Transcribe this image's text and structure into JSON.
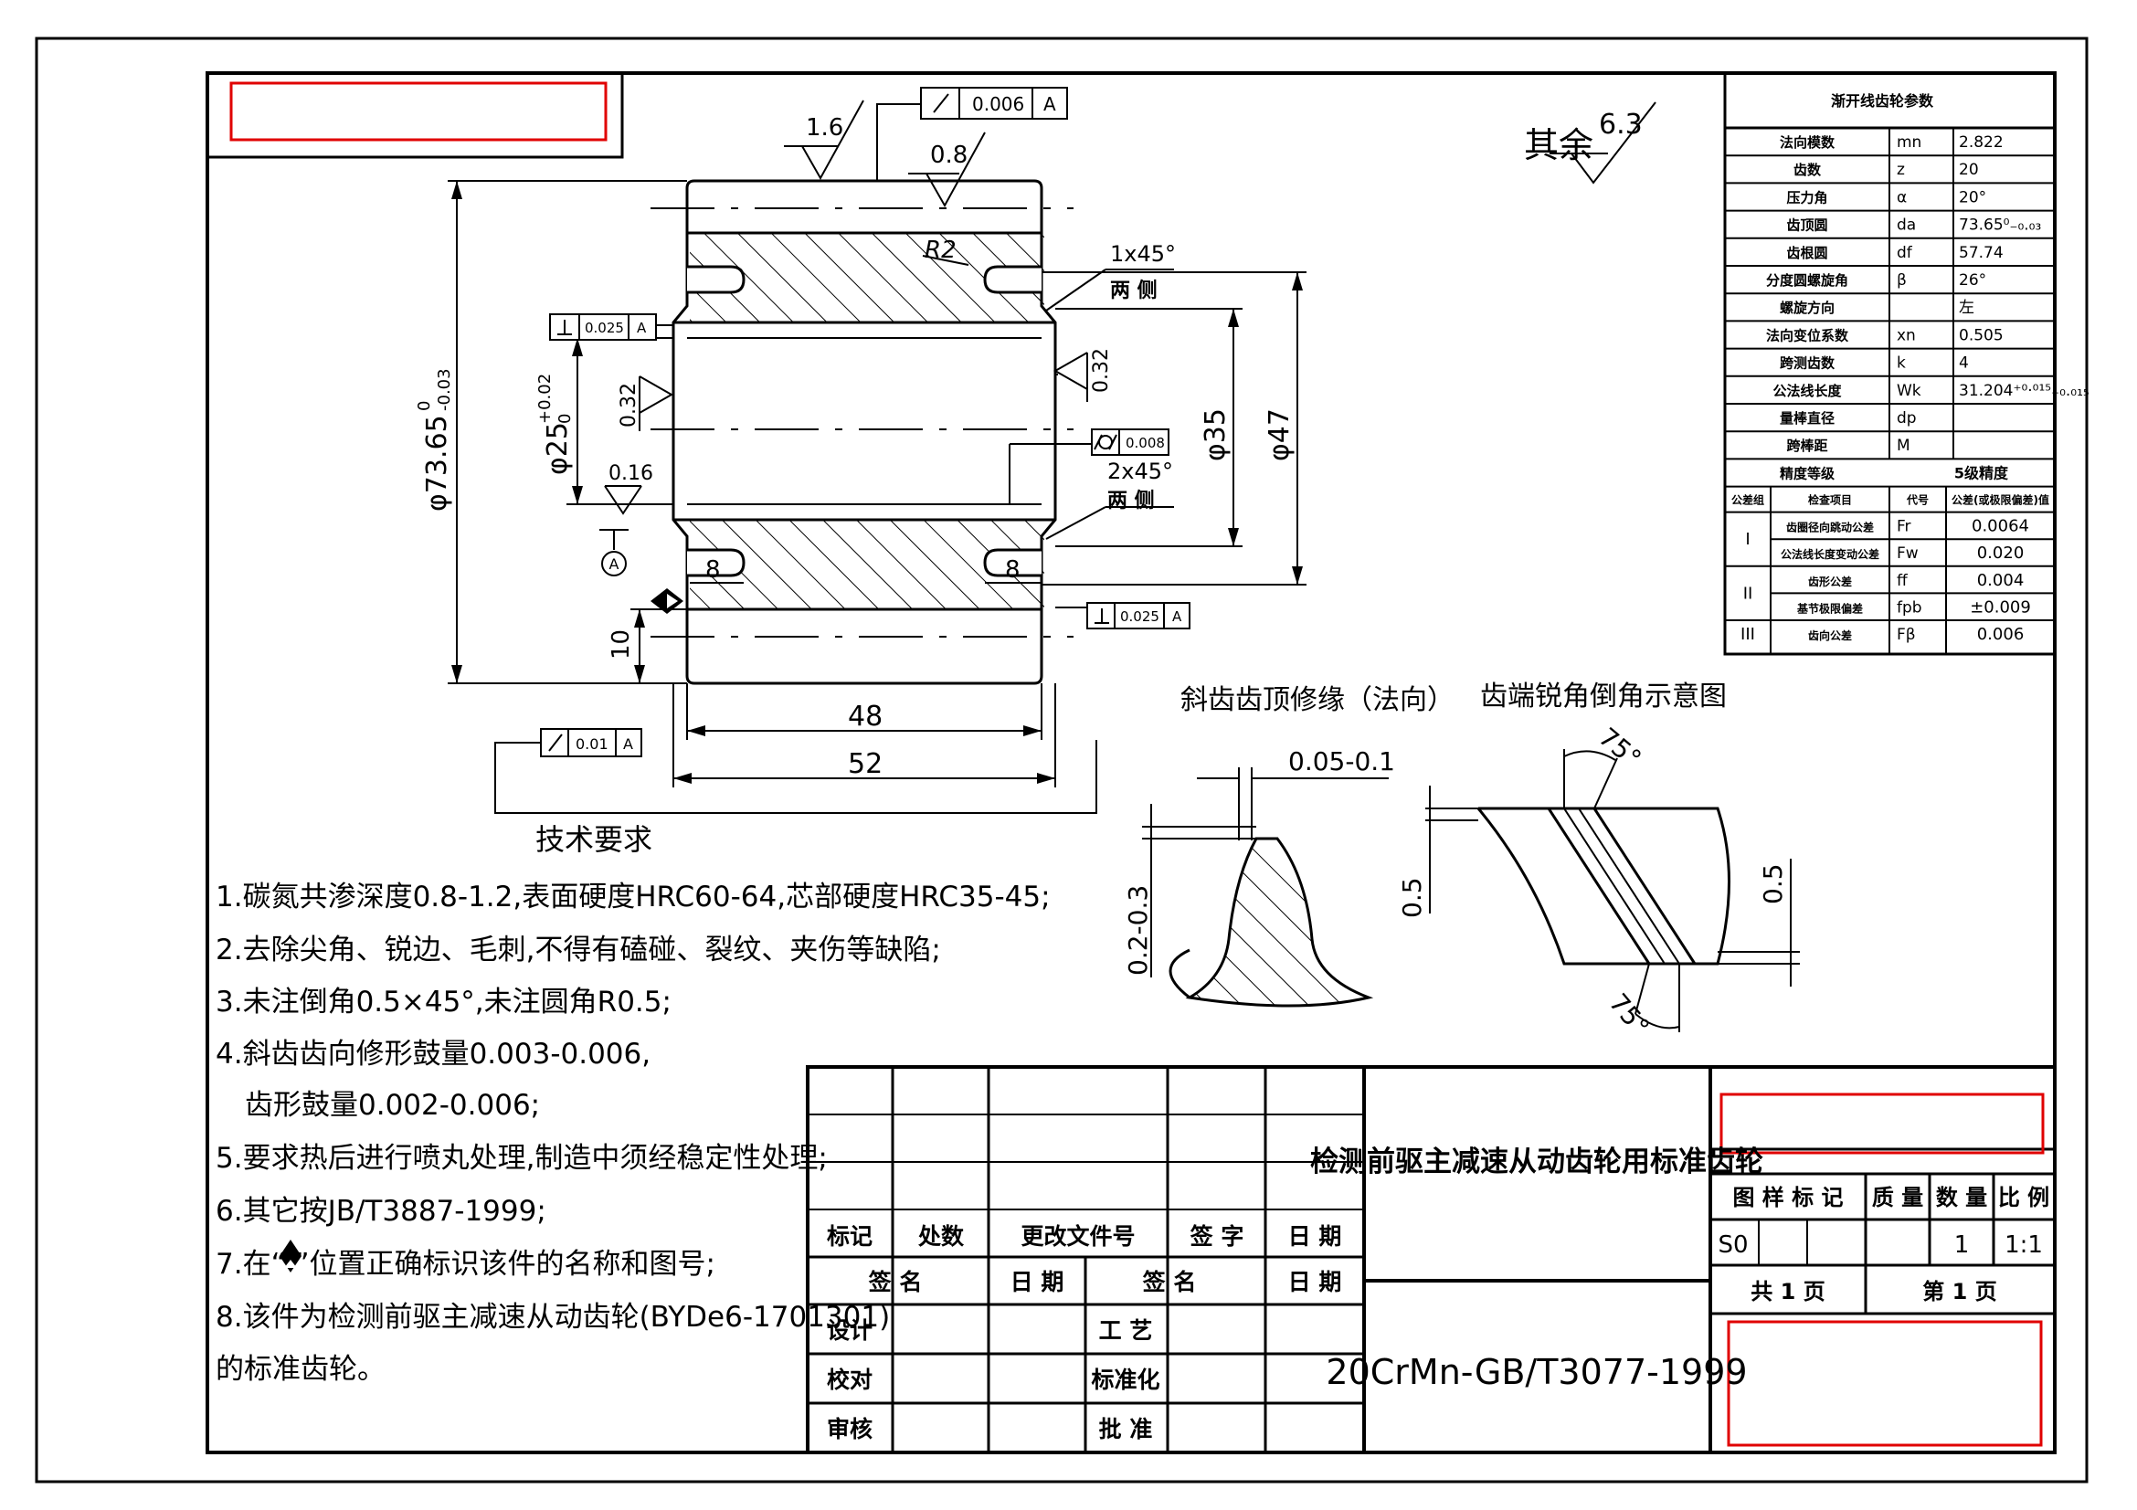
{
  "colors": {
    "line": "#000000",
    "red": "#e00000",
    "bg": "#ffffff"
  },
  "surface": {
    "rest_label": "其余",
    "rest_value": "6.3",
    "ra_top1": "1.6",
    "ra_top2": "0.8",
    "ra_bore_left": "0.32",
    "ra_bore_right": "0.32",
    "ra_small": "0.16"
  },
  "tolerances": {
    "runout_top": {
      "value": "0.006",
      "datum": "A"
    },
    "perp_left": {
      "value": "0.025",
      "datum": "A"
    },
    "perp_right": {
      "value": "0.025",
      "datum": "A"
    },
    "cyl": {
      "value": "0.008"
    },
    "runout_bottom": {
      "value": "0.01",
      "datum": "A"
    },
    "datum_label": "A"
  },
  "dims": {
    "od": "φ73.65",
    "od_tol_up": "0",
    "od_tol_low": "-0.03",
    "bore": "φ25",
    "bore_tol_up": "+0.02",
    "bore_tol_low": "0",
    "d35": "φ35",
    "d47": "φ47",
    "r2": "R2",
    "chamfer1": "1x45°",
    "chamfer1_note": "两 侧",
    "chamfer2": "2x45°",
    "chamfer2_note": "两 侧",
    "w8_left": "8",
    "w8_right": "8",
    "h10": "10",
    "w48": "48",
    "w52": "52"
  },
  "params": {
    "title": "渐开线齿轮参数",
    "rows": [
      {
        "name": "法向模数",
        "sym": "mn",
        "val": "2.822"
      },
      {
        "name": "齿数",
        "sym": "z",
        "val": "20"
      },
      {
        "name": "压力角",
        "sym": "α",
        "val": "20°"
      },
      {
        "name": "齿顶圆",
        "sym": "da",
        "val": "73.65⁰₋₀.₀₃"
      },
      {
        "name": "齿根圆",
        "sym": "df",
        "val": "57.74"
      },
      {
        "name": "分度圆螺旋角",
        "sym": "β",
        "val": "26°"
      },
      {
        "name": "螺旋方向",
        "sym": "",
        "val": "左"
      },
      {
        "name": "法向变位系数",
        "sym": "xn",
        "val": "0.505"
      },
      {
        "name": "跨测齿数",
        "sym": "k",
        "val": "4"
      },
      {
        "name": "公法线长度",
        "sym": "Wk",
        "val": "31.204⁺⁰·⁰¹⁵₋₀.₀₁₅"
      },
      {
        "name": "量棒直径",
        "sym": "dp",
        "val": ""
      },
      {
        "name": "跨棒距",
        "sym": "M",
        "val": ""
      },
      {
        "name": "精度等级",
        "sym": "",
        "val": "5级精度"
      }
    ],
    "header": {
      "group": "公差组",
      "item": "检查项目",
      "code": "代号",
      "tol": "公差(或极限偏差)值"
    },
    "groups": [
      {
        "group": "I",
        "item": "齿圈径向跳动公差",
        "code": "Fr",
        "tol": "0.0064"
      },
      {
        "group": "",
        "item": "公法线长度变动公差",
        "code": "Fw",
        "tol": "0.020"
      },
      {
        "group": "II",
        "item": "齿形公差",
        "code": "ff",
        "tol": "0.004"
      },
      {
        "group": "",
        "item": "基节极限偏差",
        "code": "fpb",
        "tol": "±0.009"
      },
      {
        "group": "III",
        "item": "齿向公差",
        "code": "Fβ",
        "tol": "0.006"
      }
    ]
  },
  "details": {
    "tip_title": "斜齿齿顶修缘（法向）",
    "tip_dim": "0.05-0.1",
    "tip_height": "0.2-0.3",
    "edge_title": "齿端锐角倒角示意图",
    "edge_angle_top": "75°",
    "edge_angle_bottom": "75°",
    "edge_left": "0.5",
    "edge_right": "0.5"
  },
  "notes": {
    "title": "技术要求",
    "lines": [
      "1.碳氮共渗深度0.8-1.2,表面硬度HRC60-64,芯部硬度HRC35-45;",
      "2.去除尖角、锐边、毛刺,不得有磕碰、裂纹、夹伤等缺陷;",
      "3.未注倒角0.5×45°,未注圆角R0.5;",
      "4.斜齿齿向修形鼓量0.003-0.006,",
      "齿形鼓量0.002-0.006;",
      "5.要求热后进行喷丸处理,制造中须经稳定性处理;",
      "6.其它按JB/T3887-1999;",
      "7.在“  ”位置正确标识该件的名称和图号;",
      "8.该件为检测前驱主减速从动齿轮(BYDe6-1701301)",
      "的标准齿轮。"
    ]
  },
  "titleblock": {
    "mark": "标记",
    "count": "处数",
    "change_doc": "更改文件号",
    "sign": "签 字",
    "date": "日 期",
    "sign2": "签 名",
    "date2": "日 期",
    "sign3": "签 名",
    "date3": "日 期",
    "design": "设计",
    "check": "校对",
    "review": "审核",
    "craft": "工 艺",
    "standard": "标准化",
    "approve": "批 准",
    "part_name": "检测前驱主减速从动齿轮用标准齿轮",
    "material": "20CrMn-GB/T3077-1999",
    "stage_label": "图 样 标 记",
    "mass_label": "质 量",
    "qty_label": "数 量",
    "scale_label": "比 例",
    "stage": "S0",
    "qty": "1",
    "scale": "1:1",
    "total_pages": "共  1  页",
    "page": "第  1  页"
  }
}
